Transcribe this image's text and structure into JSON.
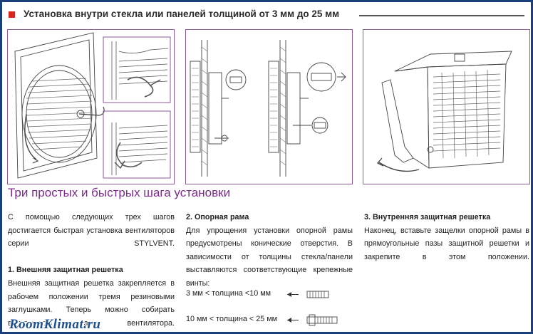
{
  "header": {
    "title": "Установка внутри стекла или панелей толщиной от 3 мм до 25 мм",
    "accent_color": "#d8231f"
  },
  "subtitle": "Три простых и быстрых шага установки",
  "intro": "С помощью следующих трех шагов достигается быстрая установка вентиляторов серии STYLVENT.",
  "step1": {
    "heading": "1. Внешняя защитная решетка",
    "body": "Внешняя защитная решетка закрепляется в рабочем положении тремя резиновыми заглушками. Теперь можно собирать внутреннюю часть вентилятора."
  },
  "step2": {
    "heading": "2. Опорная рама",
    "body": "Для упрощения установки опорной рамы предусмотрены конические отверстия. В зависимости от толщины стекла/панели выставляются соответствующие крепежные винты:",
    "screws": [
      {
        "label": "3 мм < толщина <10 мм",
        "icon": "short-screw-icon"
      },
      {
        "label": "10 мм < толщина < 25 мм",
        "icon": "long-screw-icon"
      }
    ]
  },
  "step3": {
    "heading": "3. Внутренняя защитная решетка",
    "body": "Наконец, вставьте защелки опорной рамы в прямоугольные пазы защитной решетки и закрепите в этом положении."
  },
  "watermark": "RoomKlimat.ru",
  "colors": {
    "frame": "#1b3f7a",
    "panel_border": "#8a5a95",
    "subtitle": "#7b2c8a"
  }
}
